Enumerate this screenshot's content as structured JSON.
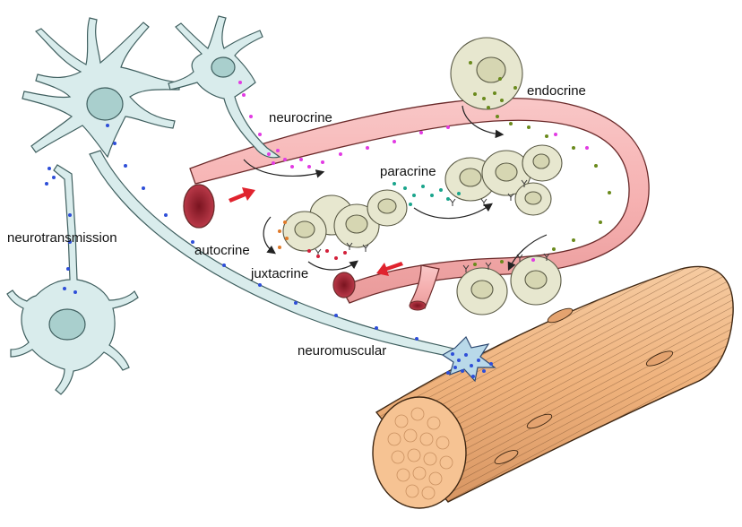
{
  "labels": {
    "neurocrine": "neurocrine",
    "endocrine": "endocrine",
    "paracrine": "paracrine",
    "neurotransmission": "neurotransmission",
    "autocrine": "autocrine",
    "juxtacrine": "juxtacrine",
    "neuromuscular": "neuromuscular"
  },
  "colors": {
    "neuron_fill": "#d9ecec",
    "neuron_outline": "#3f5f5f",
    "nucleus": "#a9cfcd",
    "vessel": "#f6b3b3",
    "vessel_dark": "#9b2230",
    "cell": "#e7e7cf",
    "cell_nucleus": "#d6d6b2",
    "muscle": "#f1b987",
    "muscle_stripe": "#5b3a1c",
    "neurocrine_dots": "#e23be3",
    "neurotransmitter_dots": "#2e4ed8",
    "endocrine_dots": "#6a8a1c",
    "paracrine_dots": "#1aa58c",
    "autocrine_dots": "#e07a2a",
    "juxtacrine_dots": "#d3203a",
    "flow_arrow": "#e0232e"
  }
}
